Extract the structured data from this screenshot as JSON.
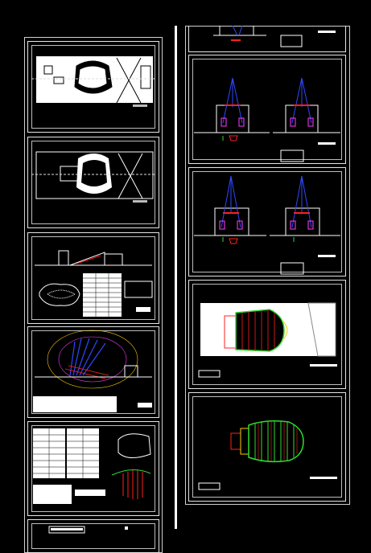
{
  "drawing": {
    "left_column": {
      "sheets": [
        {
          "id": "plan-1"
        },
        {
          "id": "plan-2"
        },
        {
          "id": "section-with-table"
        },
        {
          "id": "acoustic-ray-diagram"
        },
        {
          "id": "tables-sheet"
        },
        {
          "id": "partial-sheet"
        }
      ]
    },
    "right_column": {
      "sheets": [
        {
          "id": "top-partial"
        },
        {
          "id": "sightline-sections-1"
        },
        {
          "id": "sightline-sections-2"
        },
        {
          "id": "seating-plan-green-1"
        },
        {
          "id": "seating-plan-green-2"
        }
      ]
    }
  },
  "colors": {
    "background": "#000000",
    "frame": "#e6e6e6",
    "blue": "#2f48ff",
    "red": "#ff2020",
    "green": "#2fdc2f",
    "yellow": "#ffd000",
    "magenta": "#ff3cff"
  }
}
